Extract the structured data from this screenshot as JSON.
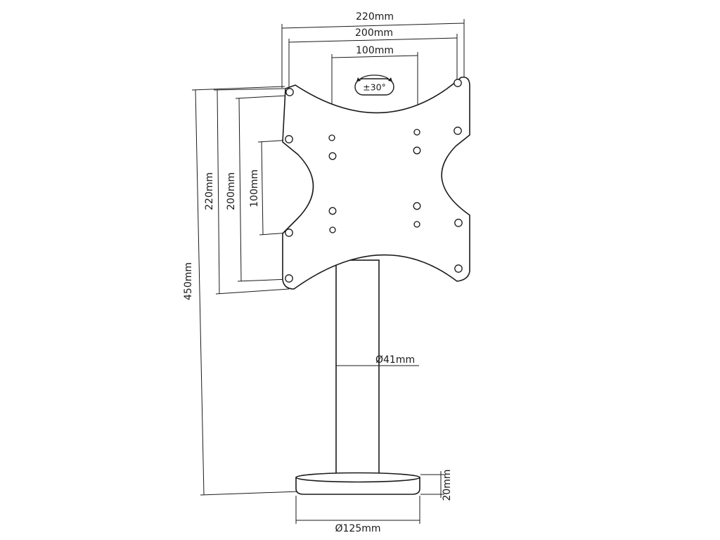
{
  "diagram": {
    "top_dimensions": {
      "overall_width": "220mm",
      "outer_pattern": "200mm",
      "inner_pattern": "100mm"
    },
    "side_dimensions": {
      "total_height": "450mm",
      "plate_height": "220mm",
      "outer_pattern": "200mm",
      "inner_pattern": "100mm"
    },
    "rotation": "±30°",
    "pole_diameter": "Ø41mm",
    "base_height": "20mm",
    "base_diameter": "Ø125mm"
  }
}
